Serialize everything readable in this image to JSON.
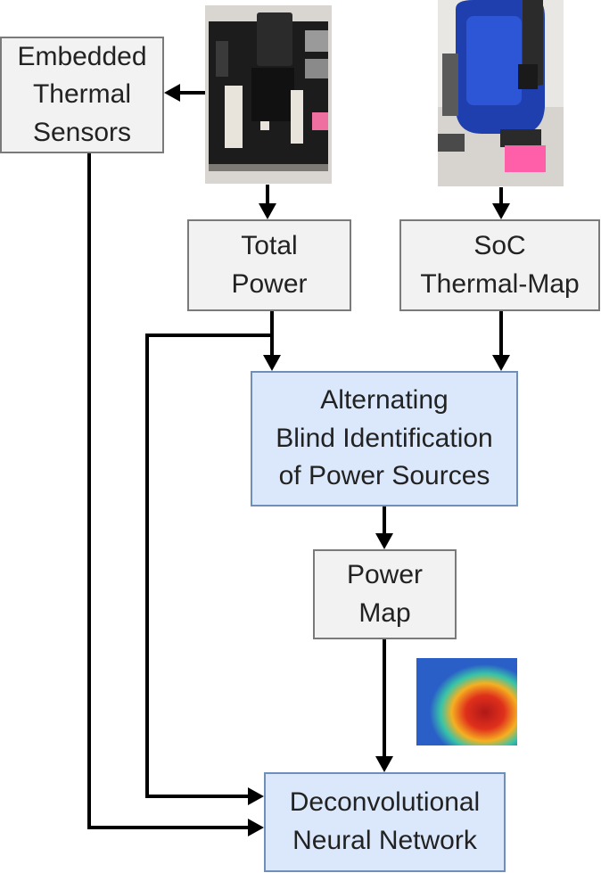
{
  "nodes": {
    "embedded_sensors": [
      "Embedded",
      "Thermal",
      "Sensors"
    ],
    "total_power": [
      "Total",
      "Power"
    ],
    "soc_thermal_map": [
      "SoC",
      "Thermal-Map"
    ],
    "abips": [
      "Alternating",
      "Blind Identification",
      "of Power Sources"
    ],
    "power_map": [
      "Power",
      "Map"
    ],
    "dnn": [
      "Deconvolutional",
      "Neural Network"
    ]
  },
  "colors": {
    "gray_box": "#f2f2f2",
    "blue_box": "#dbe8fb",
    "arrow": "#000000"
  },
  "images": [
    "board-photo",
    "thermal-camera-photo",
    "heatmap-thumbnail"
  ]
}
